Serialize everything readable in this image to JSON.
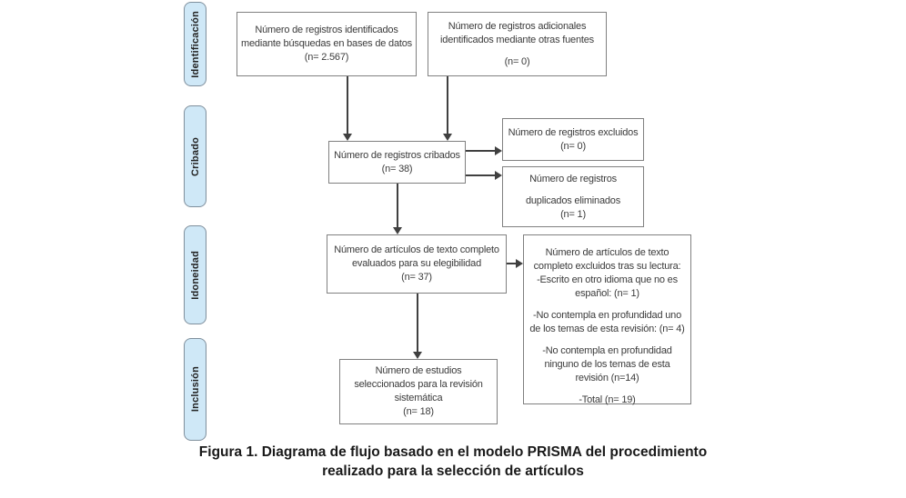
{
  "figure": {
    "caption_line1": "Figura 1. Diagrama de flujo basado en el modelo PRISMA del procedimiento",
    "caption_line2": "realizado para la selección de artículos"
  },
  "colors": {
    "stage_fill": "#cfe8f7",
    "stage_border": "#7f8f9c",
    "box_border": "#808080",
    "connector": "#404040",
    "box_text": "#3b3b3b",
    "caption_text": "#1a1a1a"
  },
  "stages": [
    {
      "label": "Identificación"
    },
    {
      "label": "Cribado"
    },
    {
      "label": "Idoneidad"
    },
    {
      "label": "Inclusión"
    }
  ],
  "boxes": {
    "identified": {
      "lines": [
        "Número de registros identificados",
        "mediante búsquedas en bases de datos",
        "(n= 2.567)"
      ]
    },
    "additional": {
      "lines": [
        "Número de registros adicionales",
        "identificados mediante otras fuentes",
        "(n= 0)"
      ]
    },
    "screened": {
      "lines": [
        "Número de registros cribados",
        "(n= 38)"
      ]
    },
    "excluded": {
      "lines": [
        "Número de registros excluidos",
        "(n= 0)"
      ]
    },
    "duplicates": {
      "lines": [
        "Número de registros",
        "duplicados eliminados",
        "(n= 1)"
      ]
    },
    "fulltext_assessed": {
      "lines": [
        "Número de artículos de texto completo",
        "evaluados para su elegibilidad",
        "(n= 37)"
      ]
    },
    "fulltext_excluded": {
      "lines": [
        "Número de artículos de texto",
        "completo excluidos tras su lectura:",
        "-Escrito en otro idioma que no es",
        "español: (n= 1)",
        "-No contempla en profundidad uno",
        "de los temas de esta revisión: (n= 4)",
        "-No contempla en profundidad",
        "ninguno de los temas de esta",
        "revisión (n=14)",
        "-Total (n= 19)"
      ]
    },
    "included": {
      "lines": [
        "Número de estudios",
        "seleccionados para la revisión",
        "sistemática",
        "(n= 18)"
      ]
    }
  }
}
